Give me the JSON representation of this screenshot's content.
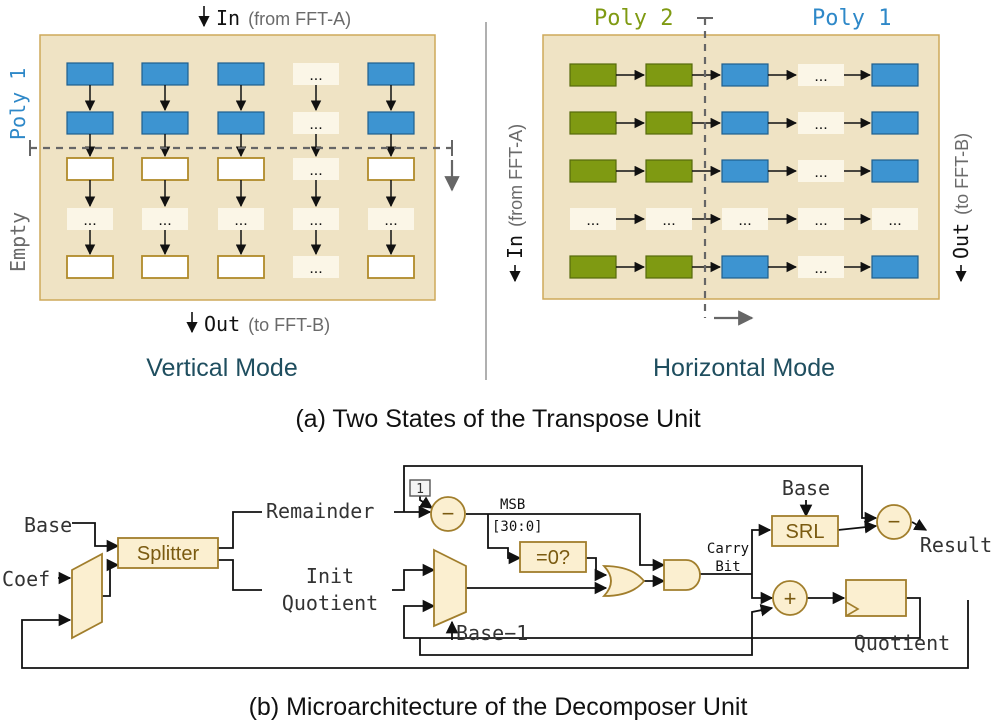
{
  "colors": {
    "panel_fill": "#efe3c4",
    "panel_stroke": "#cda95a",
    "poly_blue": "#3d94d1",
    "poly_blue_text": "#2e88c8",
    "poly_green": "#7f9a12",
    "empty_box": "#b08a2a",
    "dots_fill": "#fbf6e7",
    "title_color": "#1f4e5f",
    "comp_fill": "#fbefd0",
    "comp_stroke": "#a17e2c",
    "gray_text": "#6a6a6a"
  },
  "panel_a": {
    "vertical": {
      "in_label": "In",
      "in_note": "(from FFT-A)",
      "out_label": "Out",
      "out_note": "(to FFT-B)",
      "side_poly": "Poly 1",
      "side_empty": "Empty",
      "mode_title": "Vertical Mode",
      "dots": "..."
    },
    "horizontal": {
      "poly2_label": "Poly 2",
      "poly1_label": "Poly 1",
      "in_label": "In",
      "in_note": "(from FFT-A)",
      "out_label": "Out",
      "out_note": "(to FFT-B)",
      "mode_title": "Horizontal Mode",
      "dots": "..."
    },
    "caption": "(a) Two States of the Transpose Unit"
  },
  "panel_b": {
    "base_label": "Base",
    "coef_label": "Coef",
    "splitter_label": "Splitter",
    "remainder_label": "Remainder",
    "init_label": "Init",
    "quotient_label_left": "Quotient",
    "const_one": "1",
    "msb_label": "MSB",
    "bits_label": "[30:0]",
    "zero_check_label": "=0?",
    "carry_label": "Carry",
    "bit_label": "Bit",
    "base_top_label": "Base",
    "srl_label": "SRL",
    "result_label": "Result",
    "base_minus_one_label": "Base−1",
    "quotient_label_right": "Quotient",
    "minus_sign": "−",
    "plus_sign": "+",
    "caption": "(b) Microarchitecture of the Decomposer Unit"
  }
}
